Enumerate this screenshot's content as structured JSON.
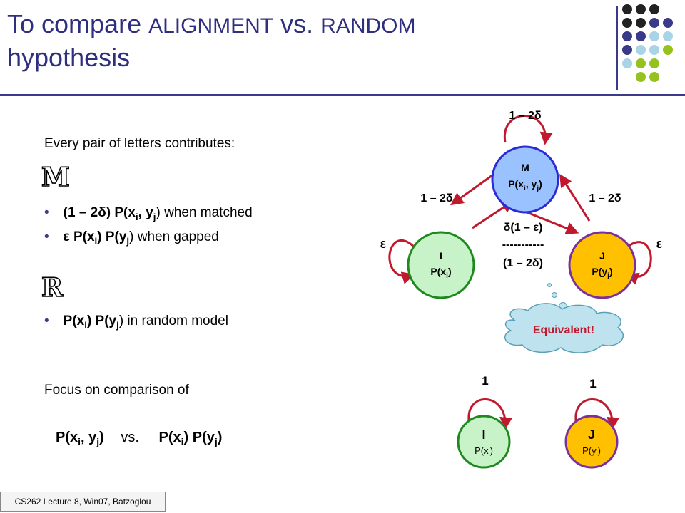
{
  "slide": {
    "title_part1": "To compare ",
    "title_alignment": "ALIGNMENT",
    "title_vs": " vs. ",
    "title_random": "RANDOM",
    "title_line2": "hypothesis",
    "intro": "Every pair of letters contributes:",
    "model_m": "M",
    "bullet_m1_a": "(1 – 2δ) P(x",
    "bullet_m1_i": "i",
    "bullet_m1_b": ", y",
    "bullet_m1_j": "j",
    "bullet_m1_c": ") when matched",
    "bullet_m2_a": "ε P(x",
    "bullet_m2_i": "i",
    "bullet_m2_b": ") P(y",
    "bullet_m2_j": "j",
    "bullet_m2_c": ") when gapped",
    "model_r": "R",
    "bullet_r_a": "P(x",
    "bullet_r_i": "i",
    "bullet_r_b": ") P(y",
    "bullet_r_j": "j",
    "bullet_r_c": ") in random model",
    "focus": "Focus on comparison of",
    "compare_a": "P(x",
    "compare_i": "i",
    "compare_b": ", y",
    "compare_j": "j",
    "compare_c": ")",
    "compare_vs": "vs.",
    "compare_d": "P(x",
    "compare_i2": "i",
    "compare_e": ") P(y",
    "compare_j2": "j",
    "compare_f": ")",
    "footer": "CS262 Lecture 8, Win07, Batzoglou"
  },
  "diagram": {
    "m_label": "M",
    "m_prob_a": "P(x",
    "m_prob_i": "i",
    "m_prob_b": ", y",
    "m_prob_j": "j",
    "m_prob_c": ")",
    "i_label": "I",
    "i_prob_a": "P(x",
    "i_prob_i": "i",
    "i_prob_c": ")",
    "j_label": "J",
    "j_prob_a": "P(y",
    "j_prob_j": "j",
    "j_prob_c": ")",
    "self_m": "1 – 2δ",
    "edge_mi": "1 – 2δ",
    "edge_mj": "1 – 2δ",
    "eps_left": "ε",
    "eps_right": "ε",
    "frac_num": "δ(1 – ε)",
    "frac_bar": "-----------",
    "frac_den": "(1 – 2δ)",
    "cloud": "Equivalent!",
    "r_i_self": "1",
    "r_j_self": "1",
    "r_i_label": "I",
    "r_i_prob_a": "P(x",
    "r_i_prob_i": "i",
    "r_i_prob_c": ")",
    "r_j_label": "J",
    "r_j_prob_a": "P(y",
    "r_j_prob_j": "j",
    "r_j_prob_c": ")"
  },
  "colors": {
    "title": "#2f2f7f",
    "state_m_fill": "#99c2ff",
    "state_m_stroke": "#2b2bd8",
    "state_i_fill": "#c8f2c8",
    "state_i_stroke": "#1e8a1e",
    "state_j_fill": "#ffc000",
    "state_j_stroke": "#7b2f9a",
    "arrow": "#c0182c",
    "cloud_fill": "#bfe3ee",
    "cloud_stroke": "#5a9fb8"
  },
  "decor_dots": [
    [
      "#222222",
      "#222222",
      "#222222",
      "none"
    ],
    [
      "#222222",
      "#222222",
      "#3a3a8a",
      "#3a3a8a"
    ],
    [
      "#3a3a8a",
      "#3a3a8a",
      "#a8d4e6",
      "#a8d4e6"
    ],
    [
      "#3a3a8a",
      "#a8d4e6",
      "#a8d4e6",
      "#96c21e"
    ],
    [
      "#a8d4e6",
      "#96c21e",
      "#96c21e",
      "none"
    ],
    [
      "none",
      "#96c21e",
      "#96c21e",
      "none"
    ]
  ]
}
